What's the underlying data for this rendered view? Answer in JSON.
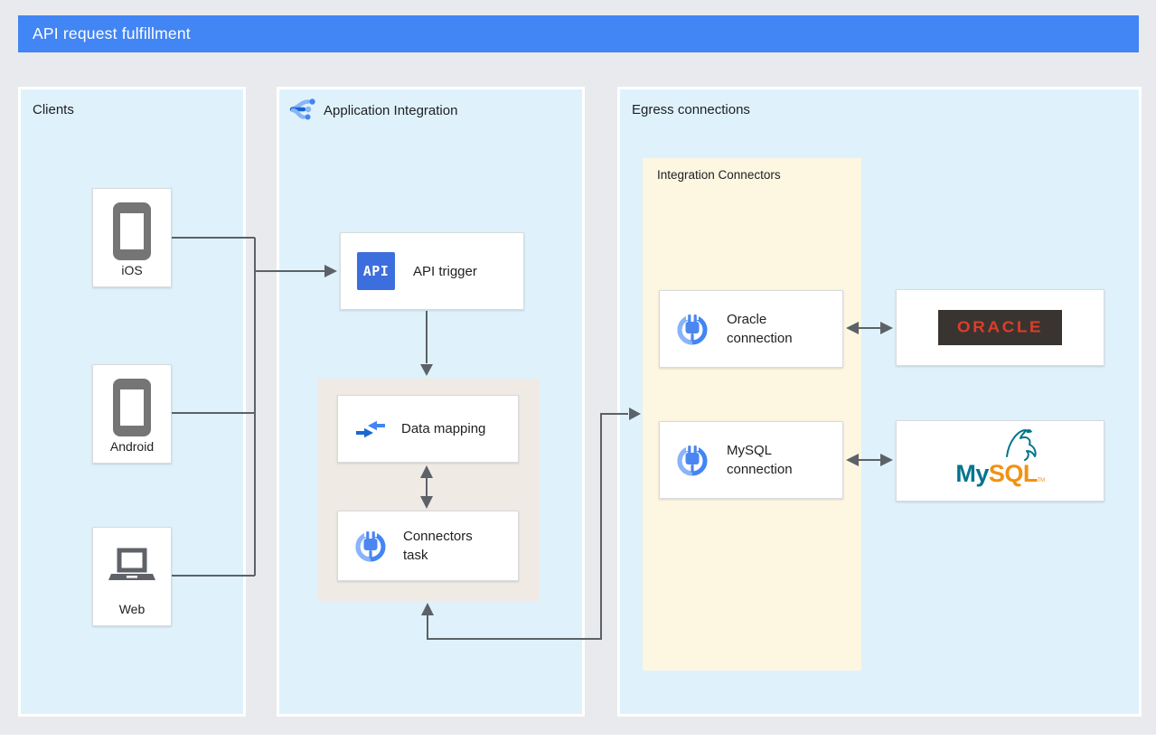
{
  "title_bar": {
    "title": "API request fulfillment"
  },
  "panels": {
    "clients": {
      "title": "Clients"
    },
    "application_integration": {
      "title": "Application Integration",
      "api_badge": "API",
      "api_trigger": "API trigger",
      "data_mapping": "Data mapping",
      "connectors_task": "Connectors task"
    },
    "egress": {
      "title": "Egress connections",
      "integration_connectors": "Integration Connectors",
      "oracle_connection": "Oracle connection",
      "mysql_connection": "MySQL connection"
    }
  },
  "clients": {
    "ios": "iOS",
    "android": "Android",
    "web": "Web"
  },
  "logos": {
    "oracle": "ORACLE",
    "mysql_my": "My",
    "mysql_sql": "SQL",
    "mysql_tm": "TM"
  },
  "colors": {
    "header_blue": "#4285F4",
    "panel_blue": "#DFF2FC",
    "subpanel_beige": "#F0EAE5",
    "subpanel_yellow": "#FDF6E0",
    "connector_gray": "#5C6267",
    "api_badge_blue": "#3D6EDD",
    "oracle_dark": "#393430",
    "oracle_red": "#DA3E2B",
    "mysql_teal": "#00758F",
    "mysql_orange": "#F29111"
  }
}
